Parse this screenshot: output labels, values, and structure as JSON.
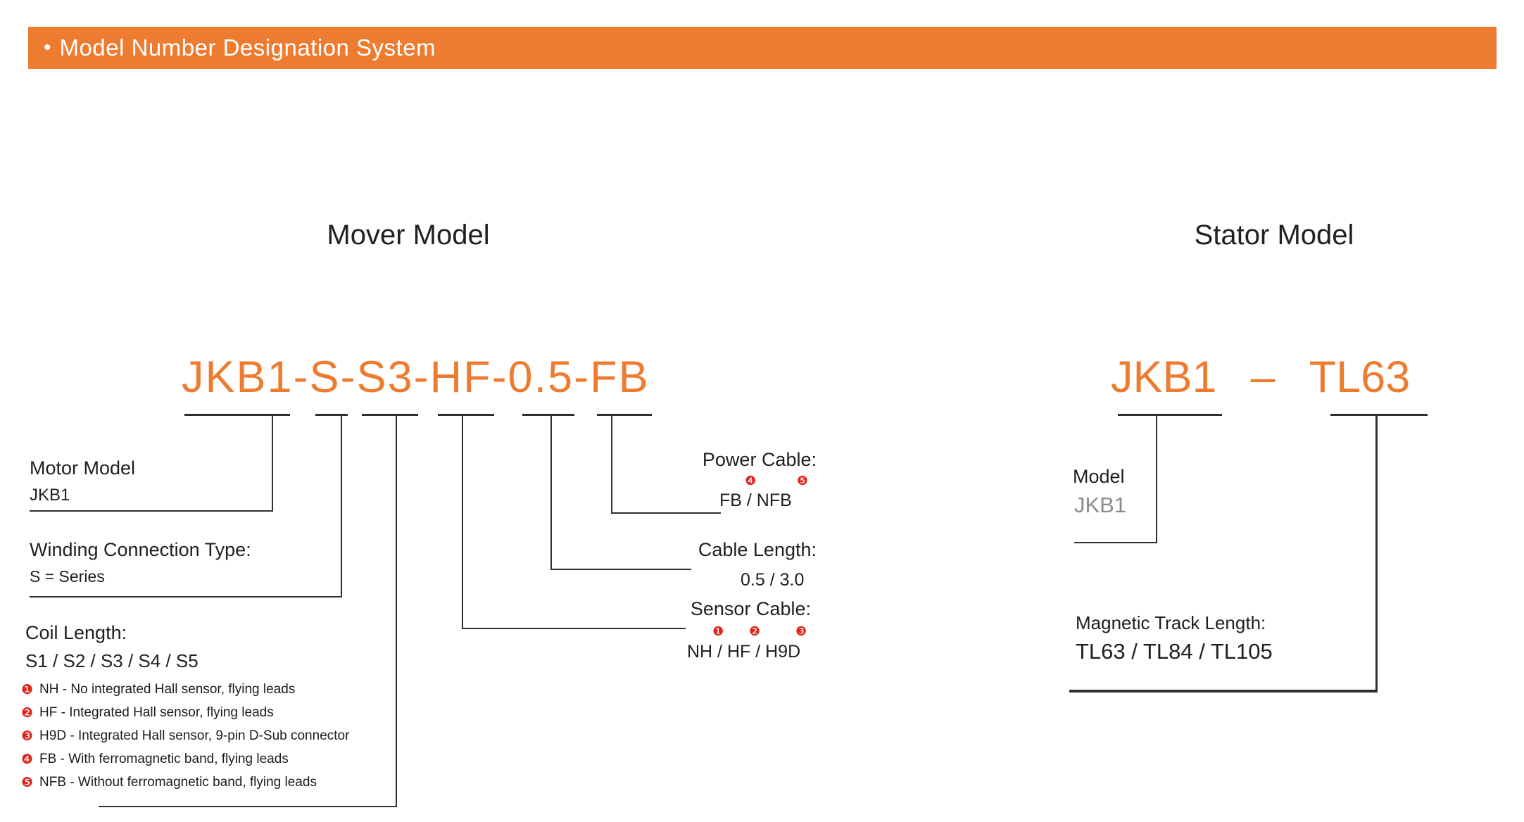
{
  "header": {
    "bullet": "•",
    "title": "Model Number Designation System"
  },
  "colors": {
    "accent_orange": "#ED7C31",
    "marker_red": "#E1251B"
  },
  "mover": {
    "heading": "Mover Model",
    "model_code": "JKB1-S-S3-HF-0.5-FB",
    "motor_model": {
      "label": "Motor Model",
      "value": "JKB1"
    },
    "winding": {
      "label": "Winding Connection Type:",
      "value": "S = Series"
    },
    "coil_length": {
      "label": "Coil Length:",
      "value": "S1 / S2 / S3 / S4 / S5"
    },
    "power_cable": {
      "label": "Power Cable:",
      "value": "FB / NFB",
      "markers": [
        "❹",
        "❺"
      ]
    },
    "cable_length": {
      "label": "Cable Length:",
      "value": "0.5 / 3.0"
    },
    "sensor_cable": {
      "label": "Sensor Cable:",
      "value": "NH / HF / H9D",
      "markers": [
        "❶",
        "❷",
        "❸"
      ]
    },
    "footnotes": [
      {
        "num": "❶",
        "text": "NH - No integrated Hall sensor, flying leads"
      },
      {
        "num": "❷",
        "text": "HF - Integrated Hall sensor, flying leads"
      },
      {
        "num": "❸",
        "text": "H9D - Integrated Hall sensor, 9-pin D-Sub connector"
      },
      {
        "num": "❹",
        "text": "FB - With ferromagnetic band, flying leads"
      },
      {
        "num": "❺",
        "text": "NFB - Without ferromagnetic band, flying leads"
      }
    ]
  },
  "stator": {
    "heading": "Stator Model",
    "model_left": "JKB1",
    "separator": "–",
    "model_right": "TL63",
    "model": {
      "label": "Model",
      "value": "JKB1"
    },
    "track": {
      "label": "Magnetic Track Length:",
      "value": "TL63 / TL84 / TL105"
    }
  }
}
